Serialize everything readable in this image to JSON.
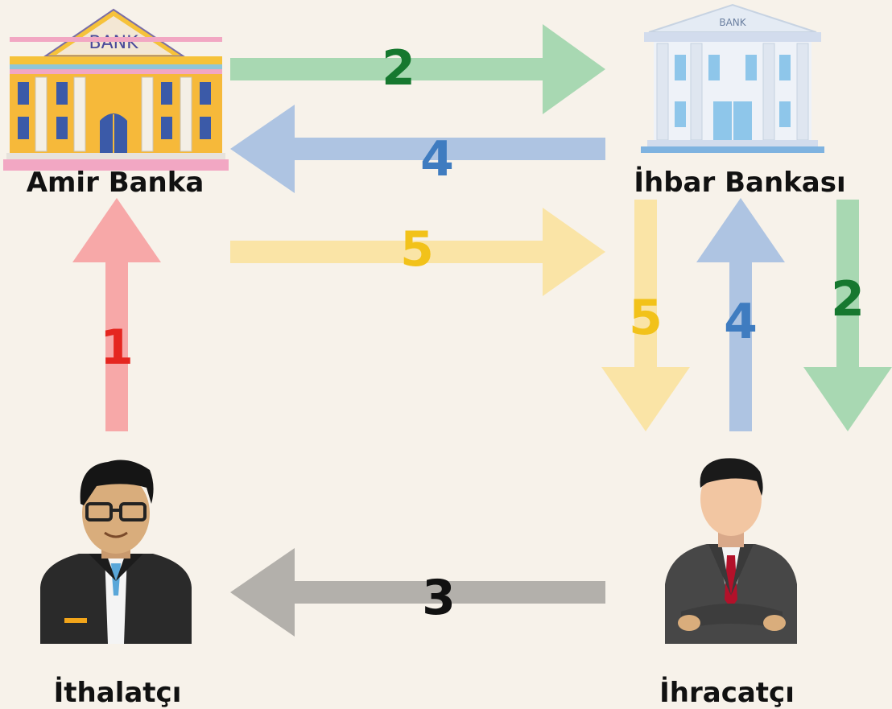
{
  "nodes": {
    "amir": {
      "label": "Amir Banka",
      "bank_sign": "BANK"
    },
    "ihbar": {
      "label": "İhbar Bankası",
      "bank_sign": "BANK"
    },
    "ithalatci": {
      "label": "İthalatçı"
    },
    "ihracatci": {
      "label": "İhracatçı"
    }
  },
  "arrows": {
    "a1": {
      "number": "1",
      "from": "ithalatci",
      "to": "amir",
      "color": "#f7a8a8",
      "num_color": "#e52620"
    },
    "a2_top": {
      "number": "2",
      "from": "amir",
      "to": "ihbar",
      "color": "#a8d8b2",
      "num_color": "#16782f"
    },
    "a2_right": {
      "number": "2",
      "from": "ihbar",
      "to": "ihracatci",
      "color": "#a8d8b2",
      "num_color": "#16782f"
    },
    "a3": {
      "number": "3",
      "from": "ihracatci",
      "to": "ithalatci",
      "color": "#b3b0ab",
      "num_color": "#111111"
    },
    "a4_top": {
      "number": "4",
      "from": "ihbar",
      "to": "amir",
      "color": "#aec4e2",
      "num_color": "#3f7cc0"
    },
    "a4_right": {
      "number": "4",
      "from": "ihracatci",
      "to": "ihbar",
      "color": "#aec4e2",
      "num_color": "#3f7cc0"
    },
    "a5_mid": {
      "number": "5",
      "from": "amir",
      "to": "ihbar",
      "color": "#fae4a6",
      "num_color": "#f2c21a"
    },
    "a5_right": {
      "number": "5",
      "from": "ihbar",
      "to": "ihracatci",
      "color": "#fae4a6",
      "num_color": "#f2c21a"
    }
  }
}
